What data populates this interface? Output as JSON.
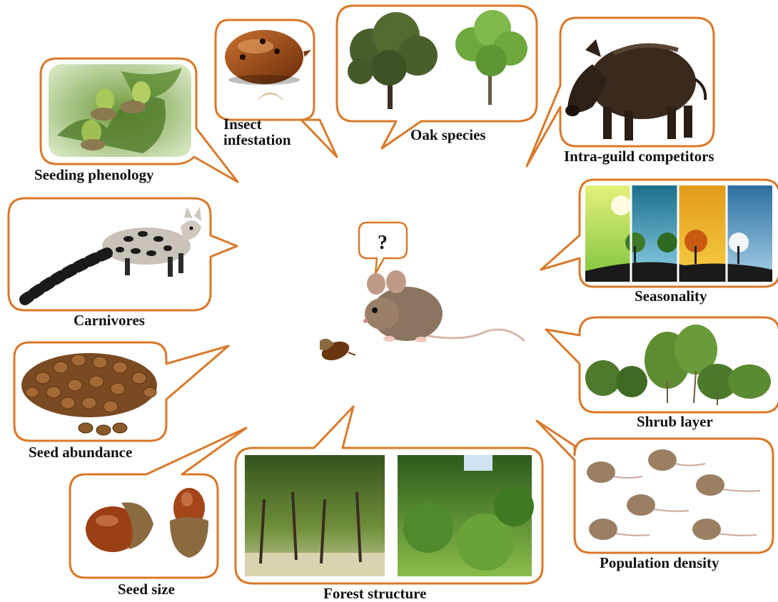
{
  "center": {
    "question": "?"
  },
  "factors": {
    "insect": "Insect\ninfestation",
    "oak": "Oak species",
    "competitors": "Intra-guild competitors",
    "phenology": "Seeding phenology",
    "carnivores": "Carnivores",
    "seasonality": "Seasonality",
    "shrub": "Shrub layer",
    "abundance": "Seed abundance",
    "population": "Population density",
    "size": "Seed size",
    "forest": "Forest structure"
  },
  "colors": {
    "bubble_stroke": "#d9792a"
  }
}
